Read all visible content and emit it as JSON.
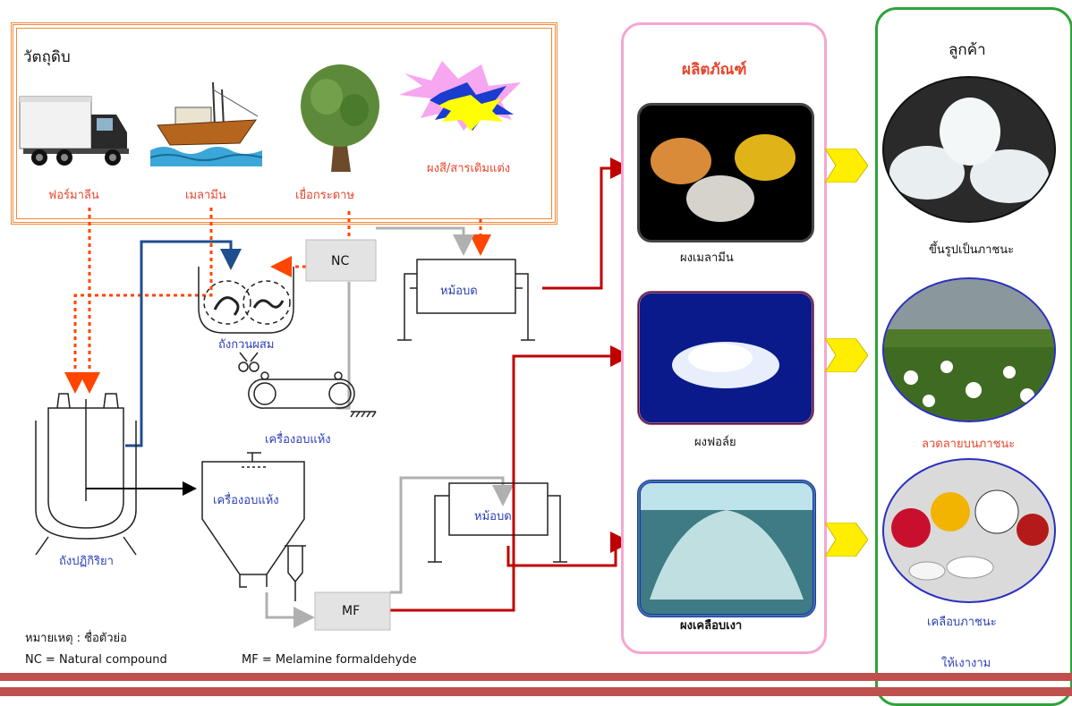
{
  "raw_materials": {
    "title": "วัตถุดิบ",
    "items": [
      {
        "label": "ฟอร์มาลีน"
      },
      {
        "label": "เมลามีน"
      },
      {
        "label": "เยื่อกระดาษ"
      },
      {
        "label": "ผงสี/สารเติมแต่ง"
      }
    ]
  },
  "process": {
    "nc": "NC",
    "mf": "MF",
    "mixer": "ถังกวนผสม",
    "dryer_belt": "เครื่องอบแห้ง",
    "dryer_spray": "เครื่องอบแห้ง",
    "reactor": "ถังปฏิกิริยา",
    "oven_top": "หม้อบด",
    "oven_bottom": "หม้อบด"
  },
  "products": {
    "title": "ผลิตภัณฑ์",
    "items": [
      {
        "label": "ผงเมลามีน"
      },
      {
        "label": "ผงฟอล์ย"
      },
      {
        "label": "ผงเคลือบเงา"
      }
    ]
  },
  "customers": {
    "title": "ลูกค้า",
    "items": [
      {
        "label": "ขึ้นรูปเป็นภาชนะ"
      },
      {
        "label": "ลวดลายบนภาชนะ"
      },
      {
        "label": "เคลือบภาชนะ"
      },
      {
        "label": "ให้เงางาม"
      }
    ]
  },
  "notes": {
    "title": "หมายเหตุ : ชื่อตัวย่อ",
    "nc": "NC = Natural compound",
    "mf": "MF = Melamine formaldehyde"
  },
  "colors": {
    "flow_red": "#c00000",
    "flow_blue": "#1f4e8c",
    "dotted_orange": "#ff4500",
    "gray": "#b0b0b0",
    "footer": "#c0504d",
    "chevron": "#ffee00"
  }
}
